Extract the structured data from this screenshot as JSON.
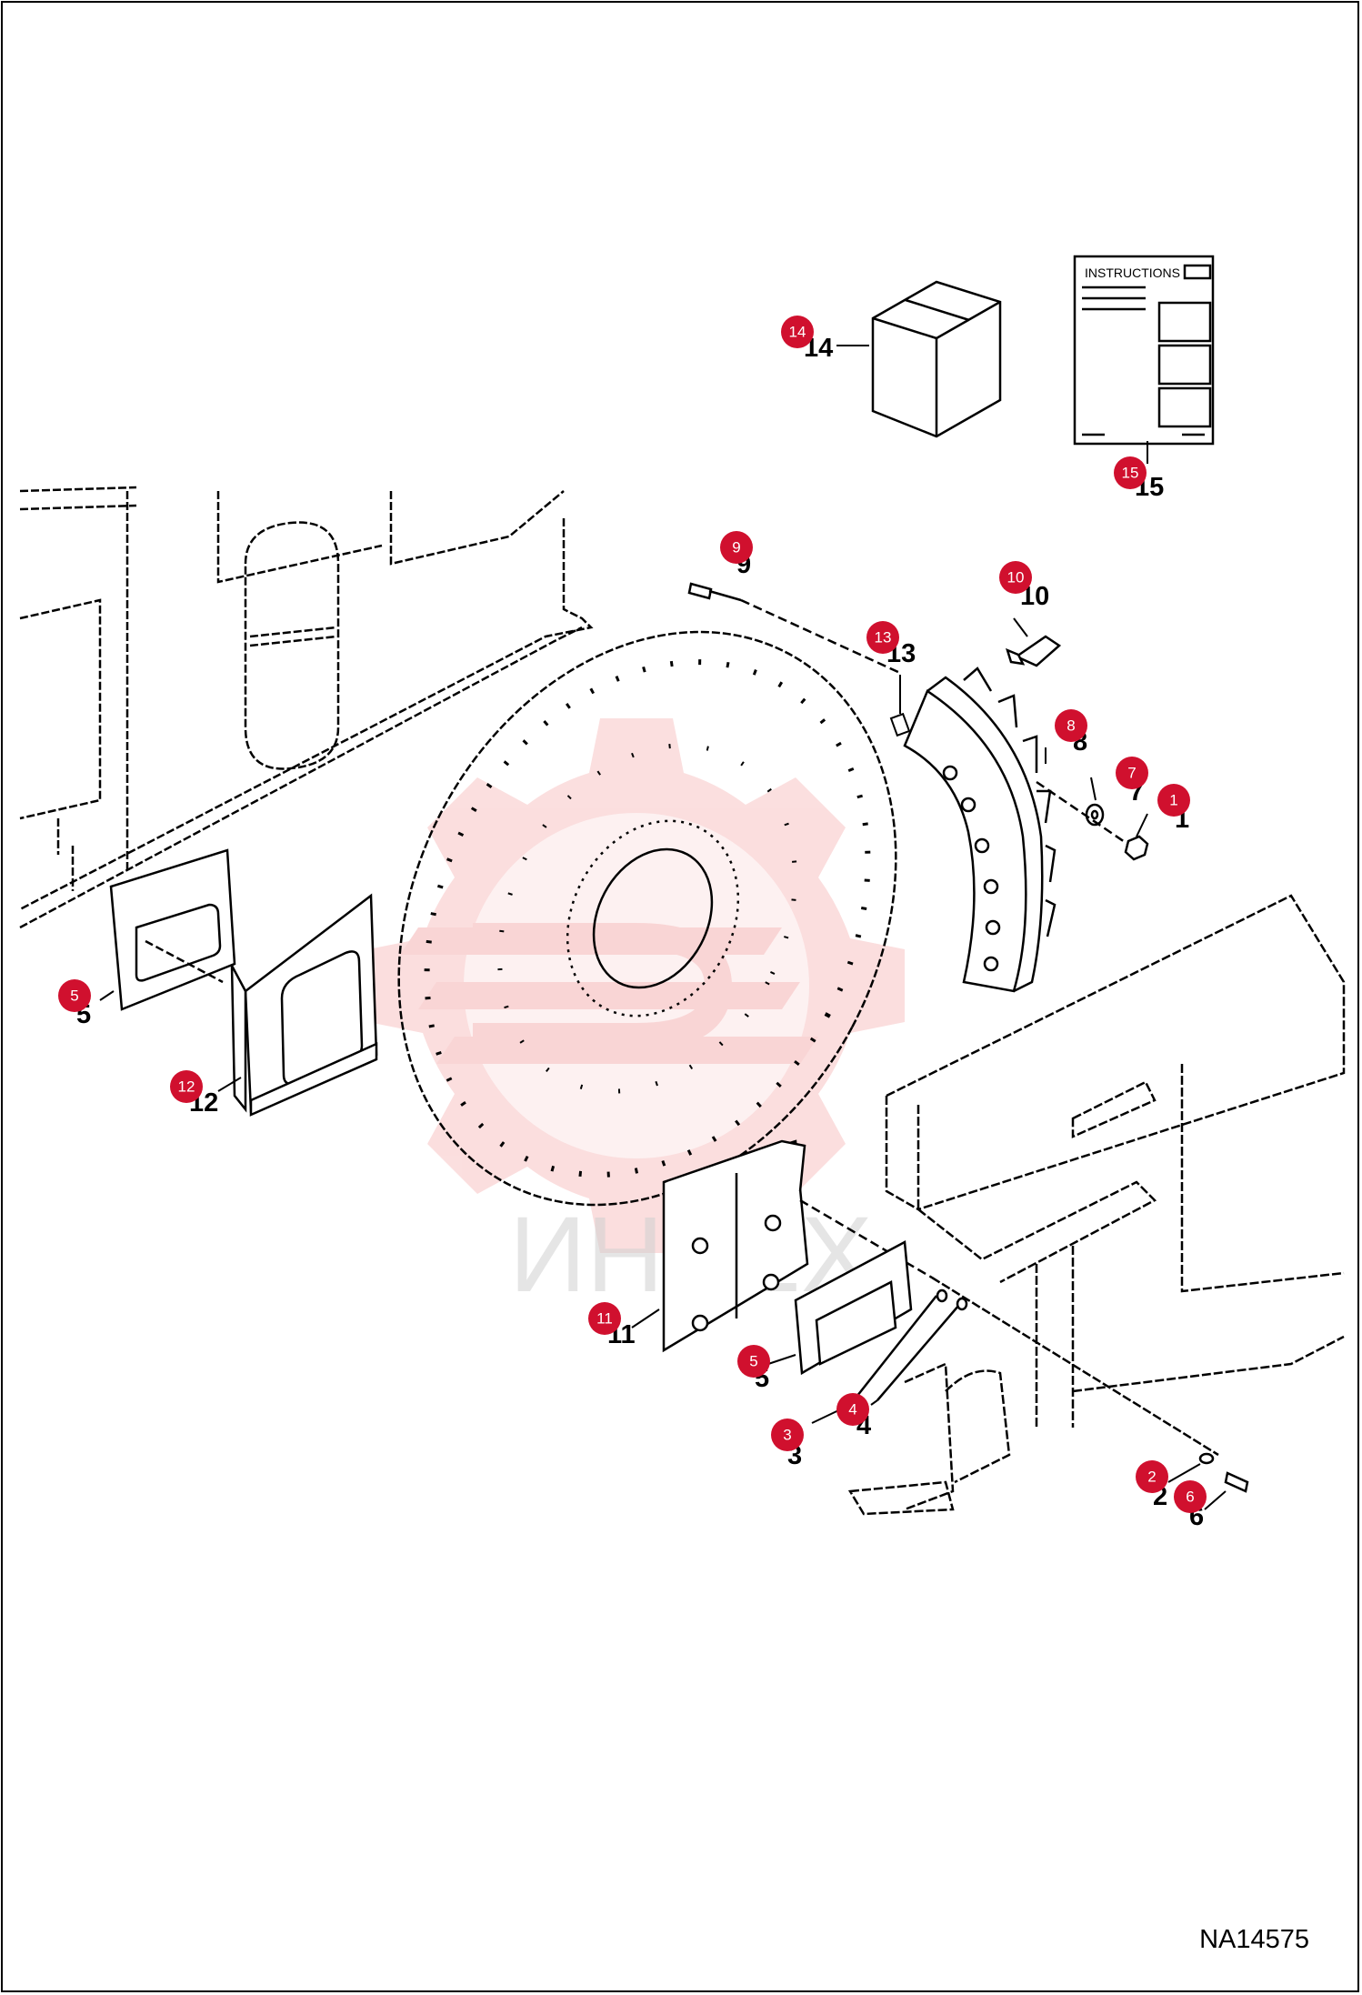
{
  "diagram": {
    "reference_code": "NA14575",
    "instructions_sheet_title": "INSTRUCTIONS",
    "watermark_text": "ИНТЕХ",
    "callout_color": "#d0102e",
    "watermark_color": "#f4a3a3",
    "callouts": [
      {
        "number": "1",
        "label": "1"
      },
      {
        "number": "2",
        "label": "2"
      },
      {
        "number": "3",
        "label": "3"
      },
      {
        "number": "4",
        "label": "4"
      },
      {
        "number": "5",
        "label": "5"
      },
      {
        "number": "5",
        "label": "5"
      },
      {
        "number": "6",
        "label": "6"
      },
      {
        "number": "7",
        "label": "7"
      },
      {
        "number": "8",
        "label": "8"
      },
      {
        "number": "9",
        "label": "9"
      },
      {
        "number": "10",
        "label": "10"
      },
      {
        "number": "11",
        "label": "11"
      },
      {
        "number": "12",
        "label": "12"
      },
      {
        "number": "13",
        "label": "13"
      },
      {
        "number": "14",
        "label": "14"
      },
      {
        "number": "15",
        "label": "15"
      }
    ]
  }
}
